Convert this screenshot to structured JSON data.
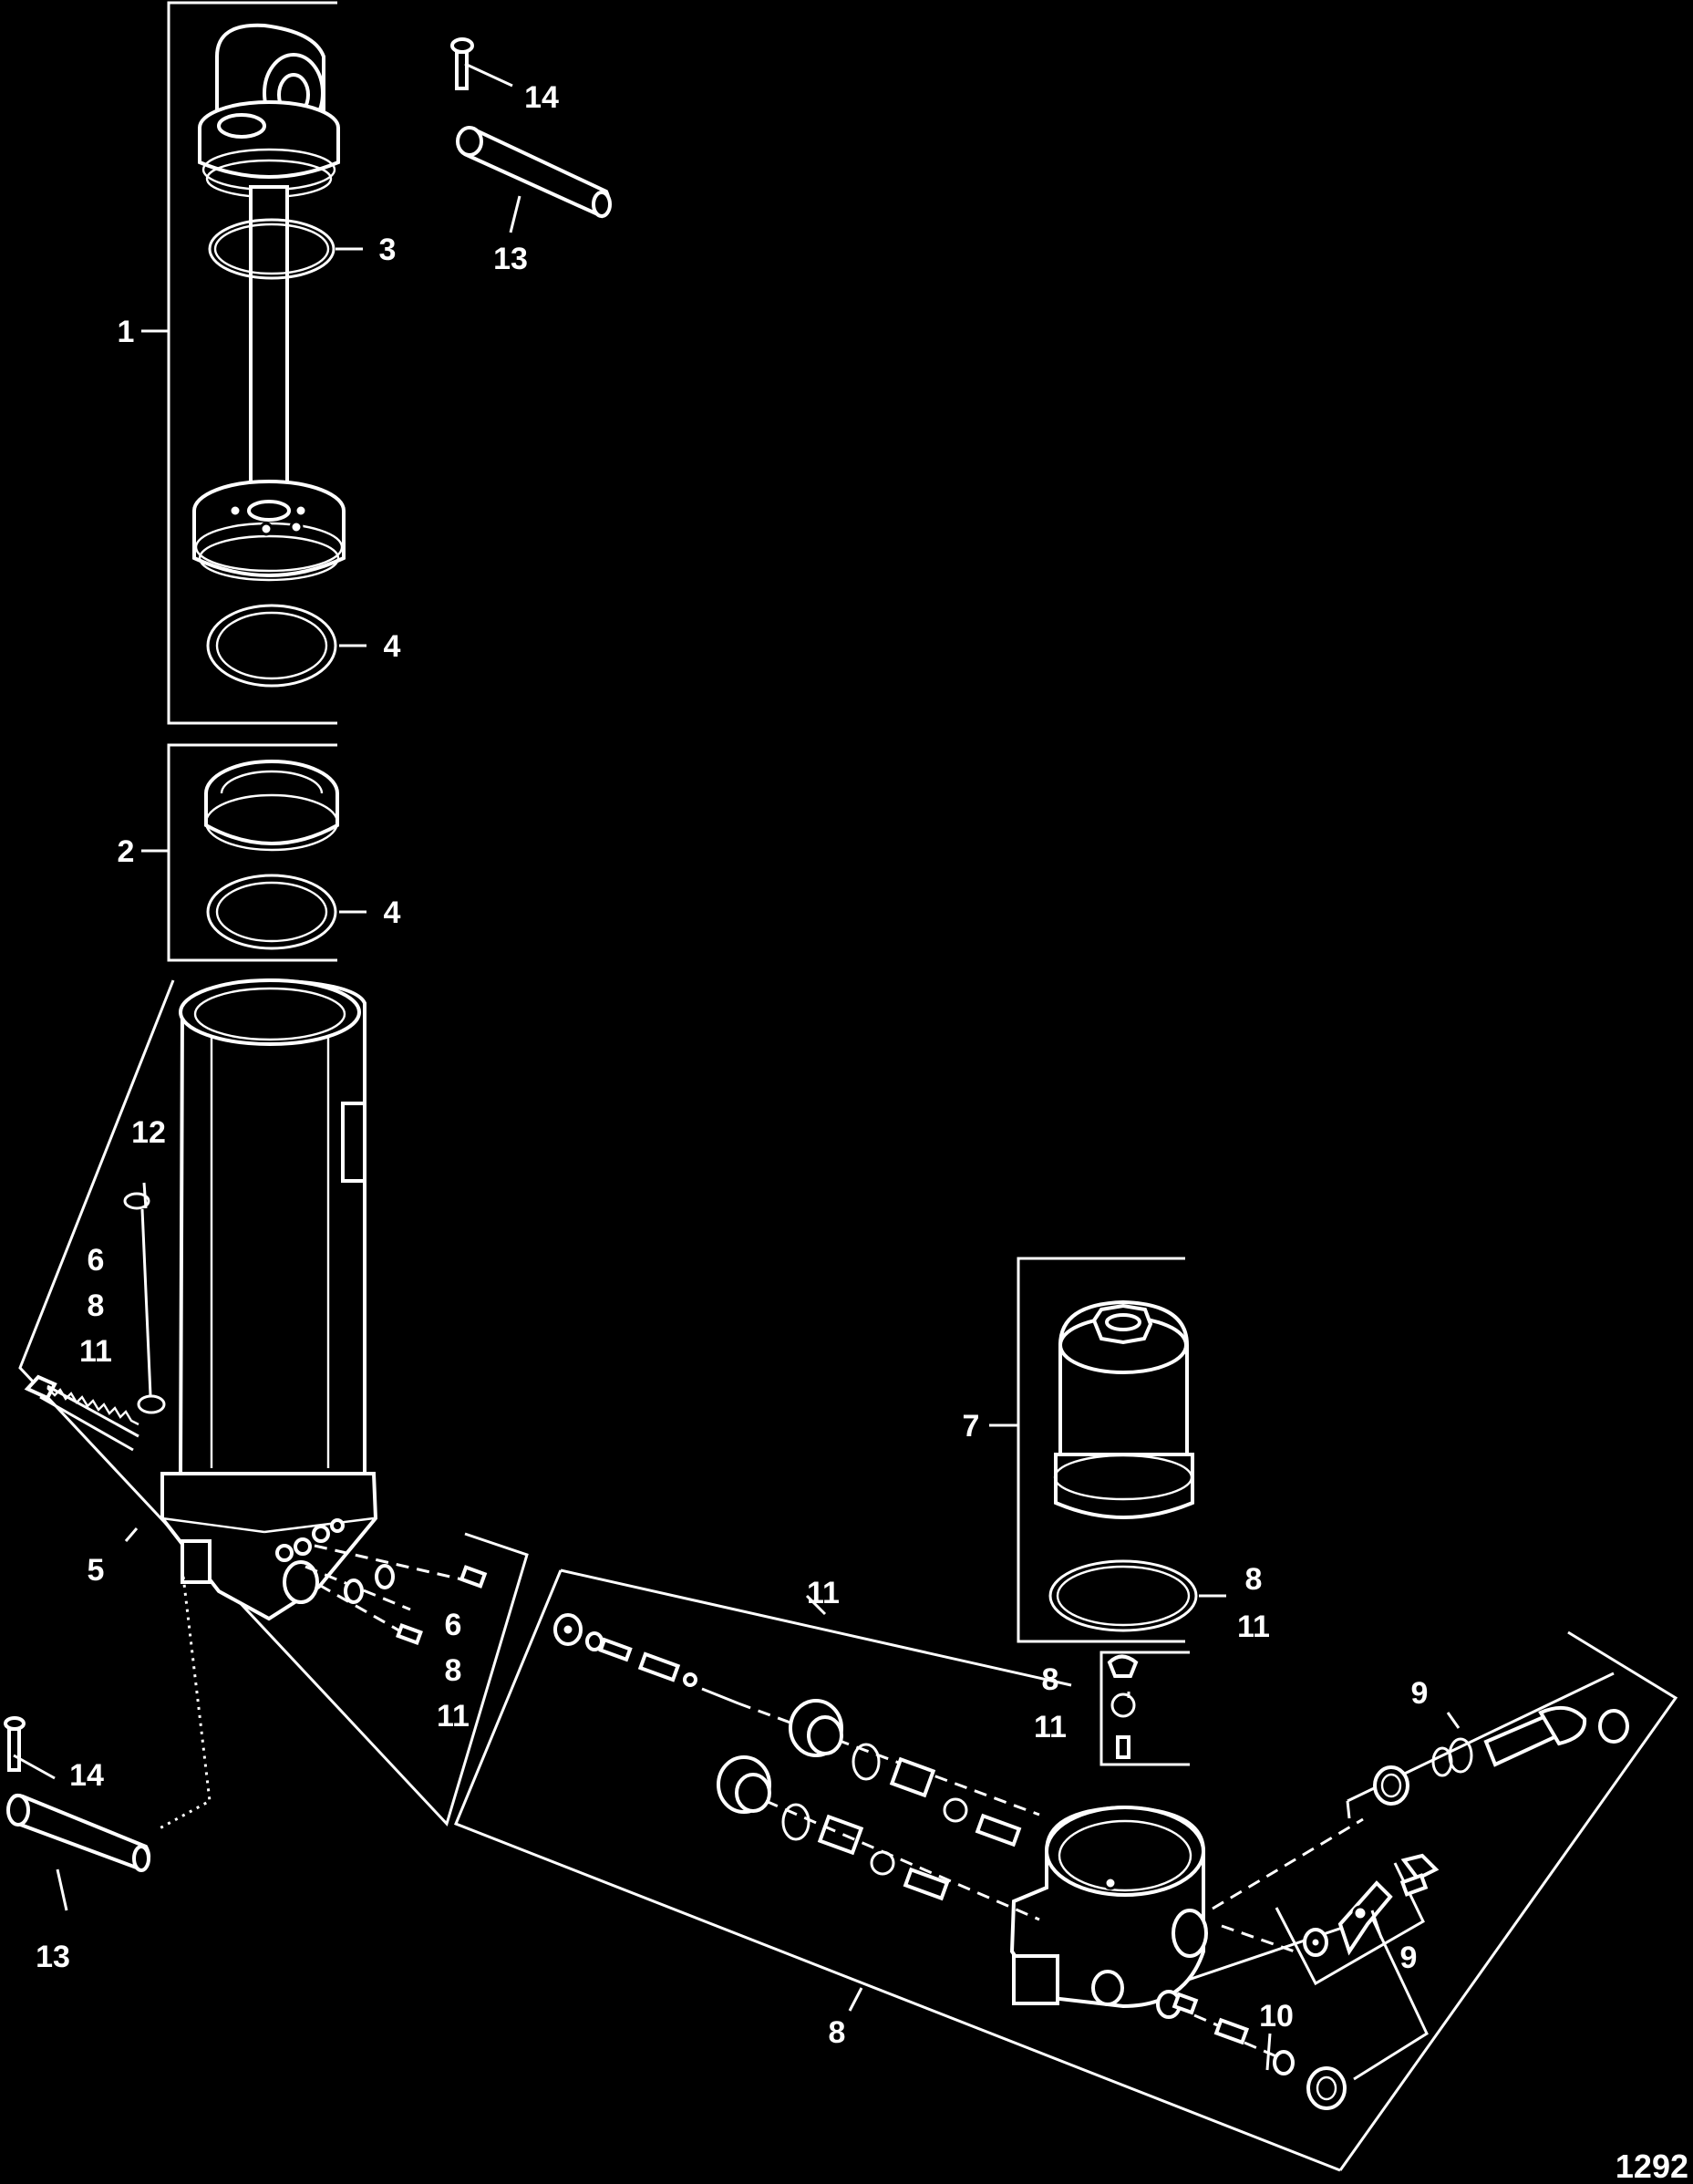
{
  "figure_number": "1292",
  "callouts": {
    "c1": "1",
    "c2": "2",
    "c3": "3",
    "c4a": "4",
    "c4b": "4",
    "c5": "5",
    "c6a": "6",
    "c6b": "6",
    "c7": "7",
    "c8a": "8",
    "c8b": "8",
    "c8c": "8",
    "c8d": "8",
    "c9a": "9",
    "c9b": "9",
    "c10": "10",
    "c11a": "11",
    "c11b": "11",
    "c11c": "11",
    "c11d": "11",
    "c11e": "11",
    "c12": "12",
    "c13a": "13",
    "c13b": "13",
    "c14a": "14",
    "c14b": "14"
  }
}
